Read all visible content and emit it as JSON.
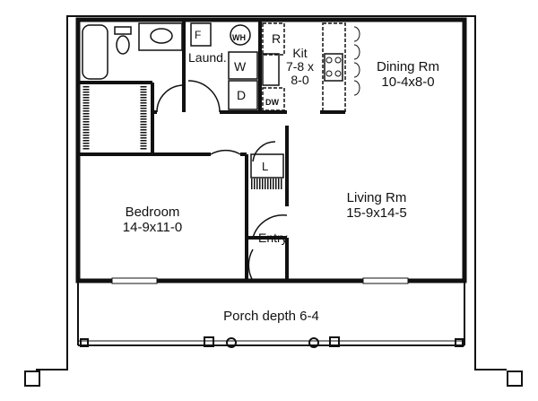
{
  "rooms": {
    "bedroom": {
      "name": "Bedroom",
      "size": "14-9x11-0"
    },
    "living": {
      "name": "Living Rm",
      "size": "15-9x14-5"
    },
    "dining": {
      "name": "Dining Rm",
      "size": "10-4x8-0"
    },
    "kitchen": {
      "name": "Kit",
      "size_a": "7-8 x",
      "size_b": "8-0"
    },
    "laundry": {
      "name": "Laund."
    },
    "entry": {
      "name": "Entry"
    },
    "porch": {
      "name": "Porch depth 6-4"
    }
  },
  "fixtures": {
    "furnace": "F",
    "water_heater": "WH",
    "washer": "W",
    "dryer": "D",
    "refrigerator": "R",
    "dishwasher": "DW",
    "linen": "L"
  }
}
